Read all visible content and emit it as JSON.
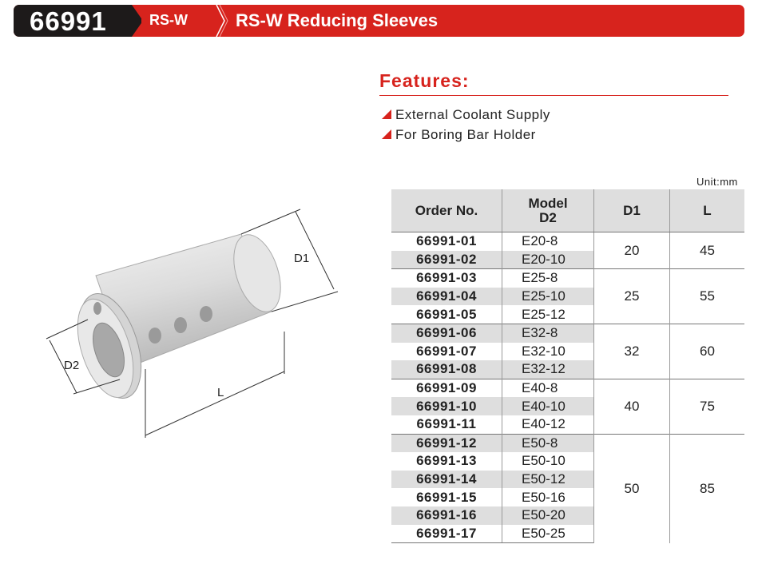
{
  "header": {
    "code": "66991",
    "series": "RS-W",
    "title": "RS-W Reducing Sleeves"
  },
  "features": {
    "title": "Features:",
    "items": [
      "External Coolant Supply",
      "For Boring Bar Holder"
    ]
  },
  "drawing": {
    "labels": {
      "d1": "D1",
      "d2": "D2",
      "l": "L"
    }
  },
  "table": {
    "unit": "Unit:mm",
    "headers": {
      "order": "Order No.",
      "model_line1": "Model",
      "model_line2": "D2",
      "d1": "D1",
      "l": "L"
    },
    "groups": [
      {
        "d1": "20",
        "l": "45",
        "rows": [
          {
            "order": "66991-01",
            "model": "E20-8"
          },
          {
            "order": "66991-02",
            "model": "E20-10"
          }
        ]
      },
      {
        "d1": "25",
        "l": "55",
        "rows": [
          {
            "order": "66991-03",
            "model": "E25-8"
          },
          {
            "order": "66991-04",
            "model": "E25-10"
          },
          {
            "order": "66991-05",
            "model": "E25-12"
          }
        ]
      },
      {
        "d1": "32",
        "l": "60",
        "rows": [
          {
            "order": "66991-06",
            "model": "E32-8"
          },
          {
            "order": "66991-07",
            "model": "E32-10"
          },
          {
            "order": "66991-08",
            "model": "E32-12"
          }
        ]
      },
      {
        "d1": "40",
        "l": "75",
        "rows": [
          {
            "order": "66991-09",
            "model": "E40-8"
          },
          {
            "order": "66991-10",
            "model": "E40-10"
          },
          {
            "order": "66991-11",
            "model": "E40-12"
          }
        ]
      },
      {
        "d1": "50",
        "l": "85",
        "rows": [
          {
            "order": "66991-12",
            "model": "E50-8"
          },
          {
            "order": "66991-13",
            "model": "E50-10"
          },
          {
            "order": "66991-14",
            "model": "E50-12"
          },
          {
            "order": "66991-15",
            "model": "E50-16"
          },
          {
            "order": "66991-16",
            "model": "E50-20"
          },
          {
            "order": "66991-17",
            "model": "E50-25"
          }
        ]
      }
    ]
  }
}
